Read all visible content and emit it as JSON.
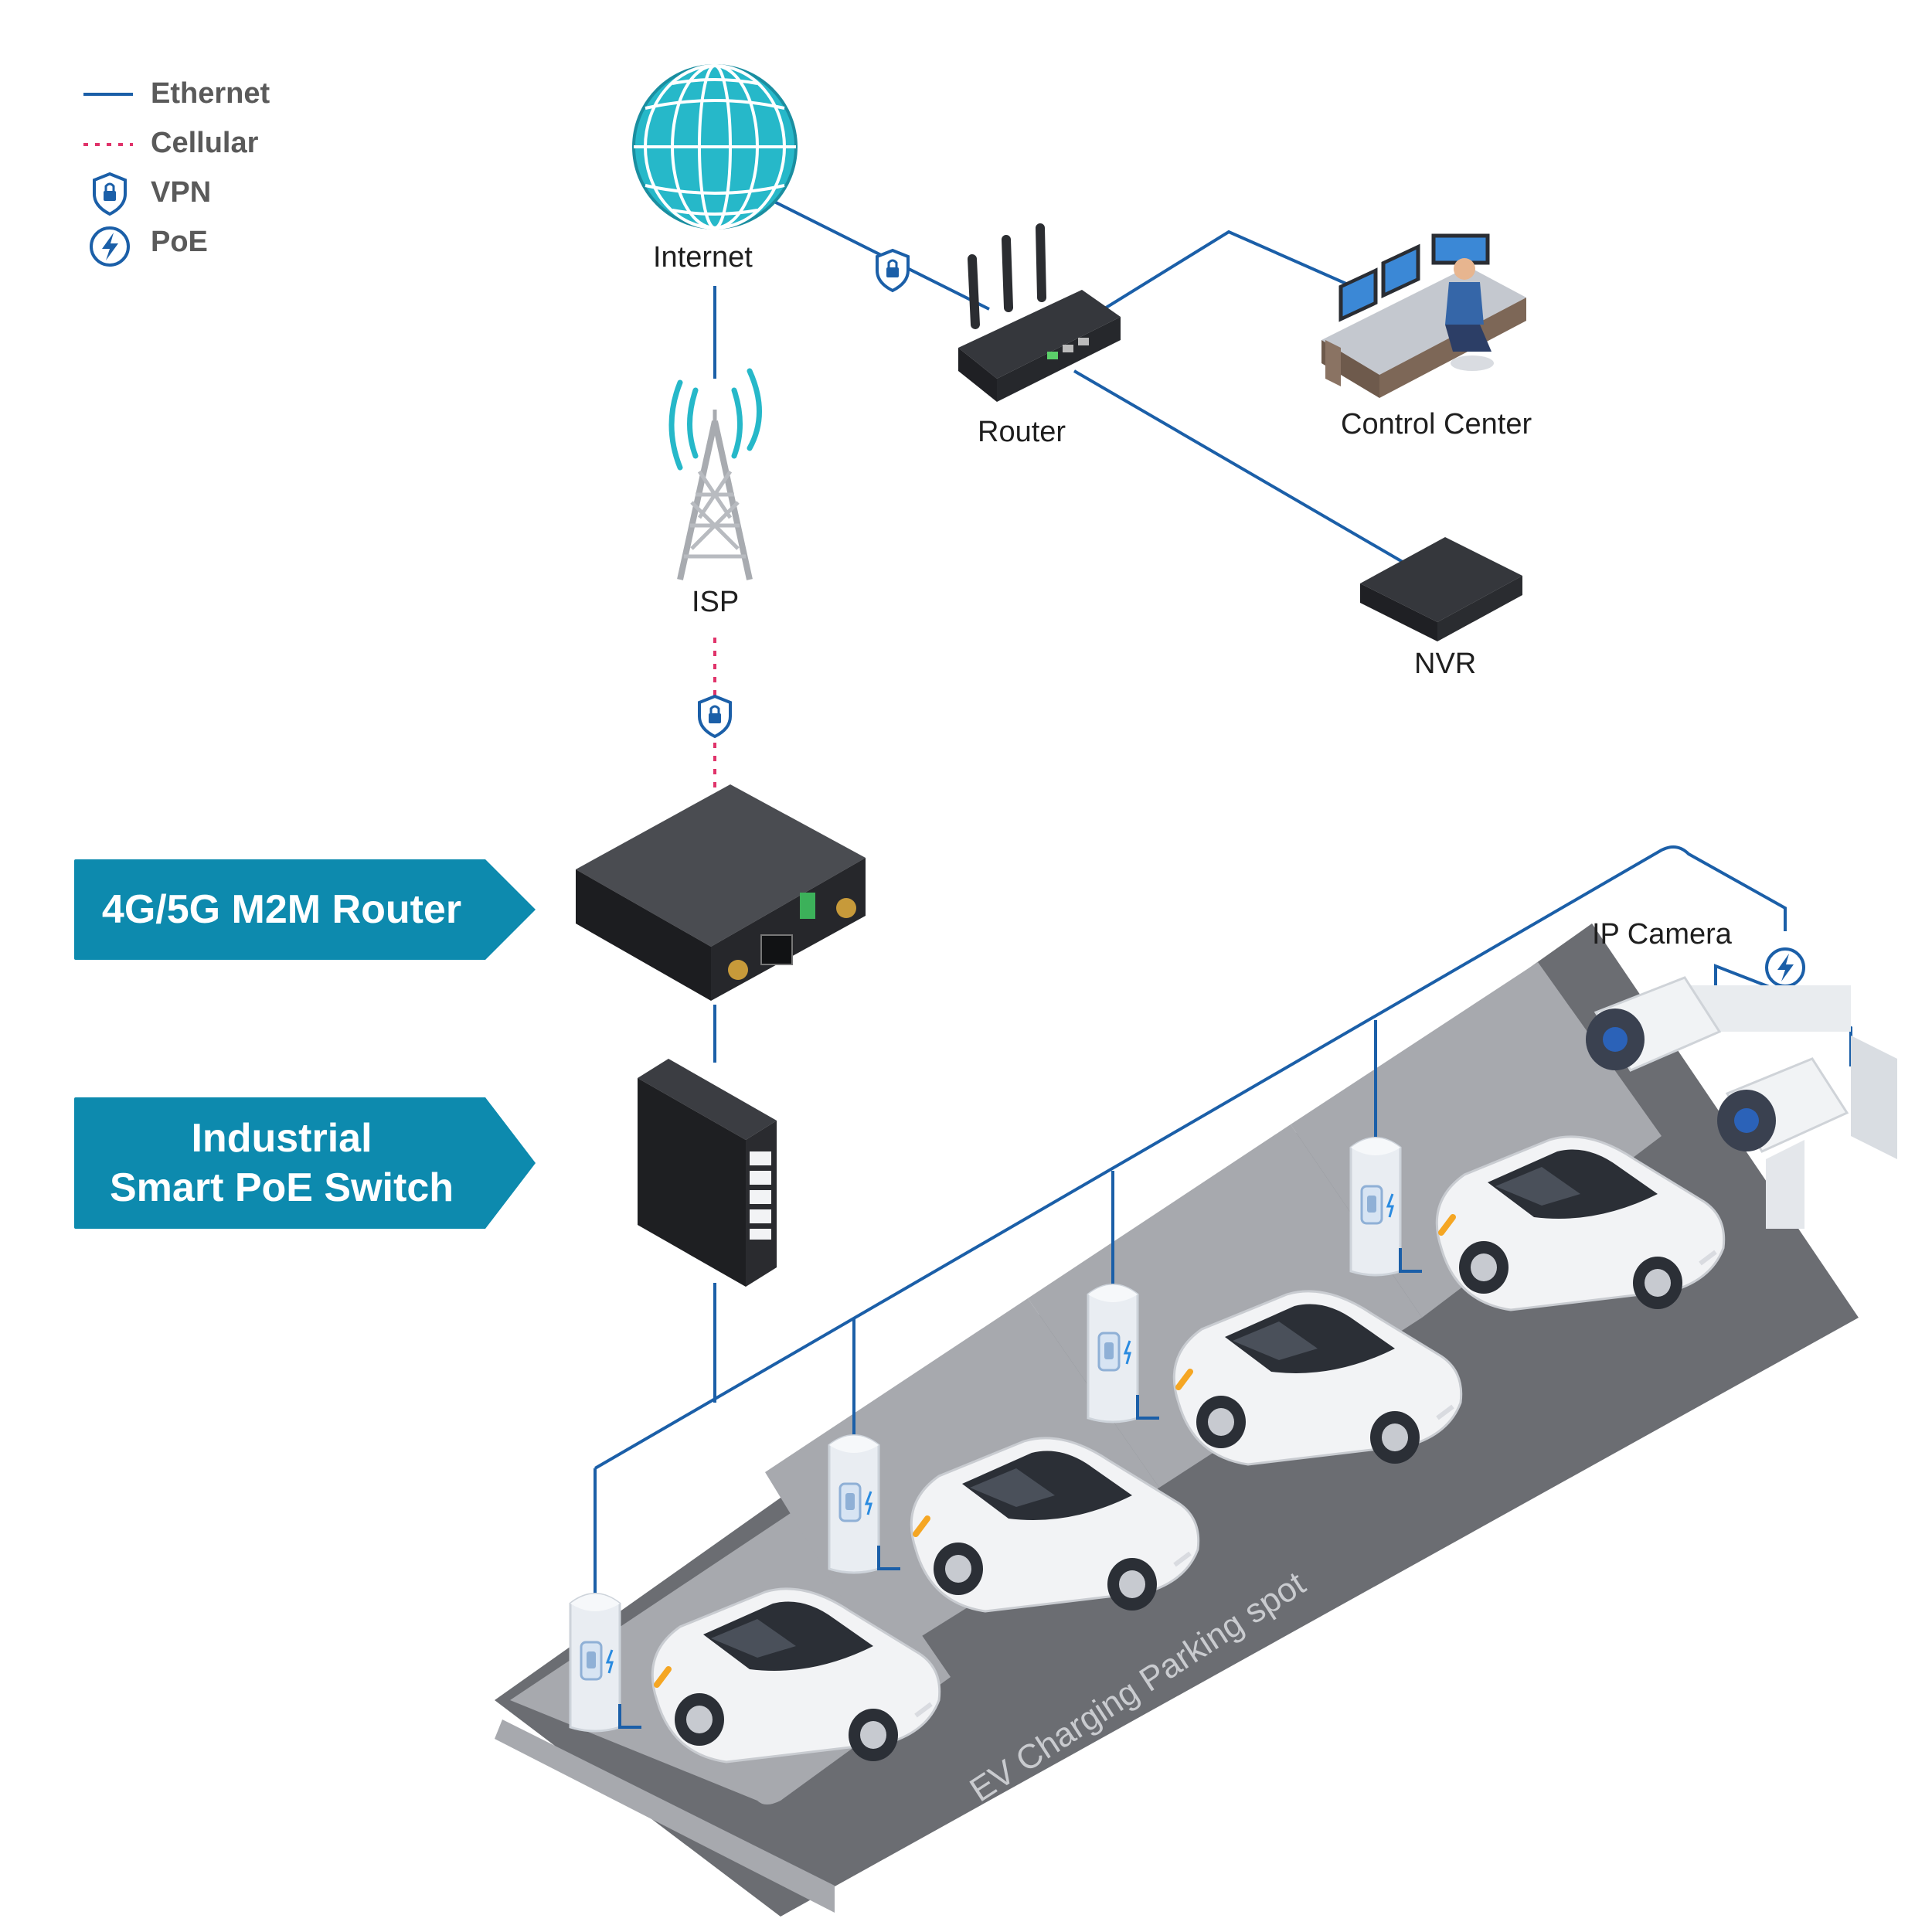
{
  "legend": {
    "ethernet": "Ethernet",
    "cellular": "Cellular",
    "vpn": "VPN",
    "poe": "PoE"
  },
  "nodes": {
    "internet": "Internet",
    "router": "Router",
    "control_center": "Control Center",
    "nvr": "NVR",
    "isp": "ISP",
    "ip_camera": "IP Camera"
  },
  "callouts": {
    "m2m_router": "4G/5G M2M Router",
    "poe_switch_line1": "Industrial",
    "poe_switch_line2": "Smart PoE Switch"
  },
  "parking_label": "EV Charging Parking spot",
  "colors": {
    "ethernet_line": "#1b5fa8",
    "cellular_line": "#e0336a",
    "callout_fill": "#0d8aae",
    "globe": "#26b8c9",
    "parking_dark": "#6b6d72",
    "parking_light": "#a7a9ae"
  }
}
